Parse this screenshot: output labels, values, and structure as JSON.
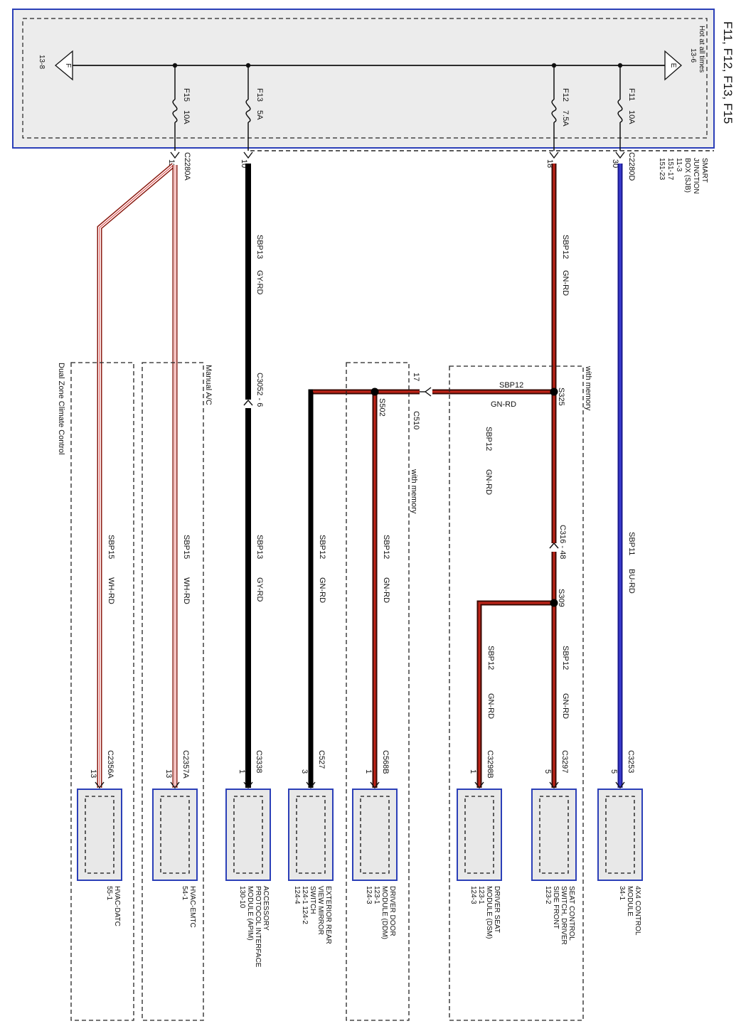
{
  "title": "F11, F12, F13, F15",
  "sjb": {
    "hot_label": "Hot at all times",
    "hot_ref": "13-6",
    "feed_letter_in": "E",
    "feed_letter_out": "F",
    "feed_ref_out": "13-8",
    "name": [
      "SMART",
      "JUNCTION",
      "BOX (SJB)",
      "11-3",
      "151-17",
      "151-23"
    ]
  },
  "fuses": [
    {
      "id": "F11",
      "rating": "10A",
      "connector": "C2280D",
      "pin": "30"
    },
    {
      "id": "F12",
      "rating": "7.5A",
      "connector": "",
      "pin": "18"
    },
    {
      "id": "F13",
      "rating": "5A",
      "connector": "",
      "pin": "10"
    },
    {
      "id": "F15",
      "rating": "10A",
      "connector": "C2280A",
      "pin": "11"
    }
  ],
  "wires": {
    "sbp11": {
      "circuit": "SBP11",
      "color": "BU-RD"
    },
    "sbp12": {
      "circuit": "SBP12",
      "color": "GN-RD"
    },
    "sbp13": {
      "circuit": "SBP13",
      "color": "GY-RD"
    },
    "sbp15": {
      "circuit": "SBP15",
      "color": "WH-RD"
    }
  },
  "splices": {
    "s325": "S325",
    "s309": "S309",
    "s502": "S502"
  },
  "inline": {
    "c316": "C316 - 48",
    "c510": "C510",
    "c510_pin": "17",
    "c3052": "C3052 - 6"
  },
  "options": {
    "with_memory": "with memory",
    "manual_ac": "Manual A/C",
    "dual_zone": "Dual Zone Climate Control"
  },
  "modules": [
    {
      "connector": "C3253",
      "pin": "5",
      "lines": [
        "4X4 CONTROL",
        "MODULE",
        "34-1"
      ]
    },
    {
      "connector": "C3297",
      "pin": "5",
      "lines": [
        "SEAT CONTROL",
        "SWITCH, DRIVER",
        "SIDE FRONT",
        "123-2"
      ]
    },
    {
      "connector": "C3298B",
      "pin": "1",
      "lines": [
        "DRIVER SEAT",
        "MODULE (DSM)",
        "123-1",
        "124-3"
      ]
    },
    {
      "connector": "C568B",
      "pin": "1",
      "lines": [
        "DRIVER DOOR",
        "MODULE (DDM)",
        "123-1",
        "124-3"
      ]
    },
    {
      "connector": "C527",
      "pin": "3",
      "lines": [
        "EXTERIOR REAR",
        "VIEW MIRROR",
        "SWITCH",
        "124-1   124-2",
        "124-4"
      ]
    },
    {
      "connector": "C3338",
      "pin": "1",
      "lines": [
        "ACCESSORY",
        "PROTOCOL INTERFACE",
        "MODULE (APIM)",
        "130-10"
      ]
    },
    {
      "connector": "C2357A",
      "pin": "13",
      "lines": [
        "HVAC-EMTC",
        "54-1"
      ]
    },
    {
      "connector": "C2356A",
      "pin": "13",
      "lines": [
        "HVAC-DATC",
        "55-1"
      ]
    }
  ],
  "colors": {
    "sjb_border": "#2b3fb8",
    "sjb_fill": "#ececec",
    "wire_red": "#8b1a10",
    "wire_black": "#000000",
    "wire_blue": "#2222aa",
    "wire_white": "#ffffff",
    "wire_white_stripe": "#cc2211",
    "module_border": "#2b3fb8",
    "module_fill": "#e8e8e8"
  }
}
